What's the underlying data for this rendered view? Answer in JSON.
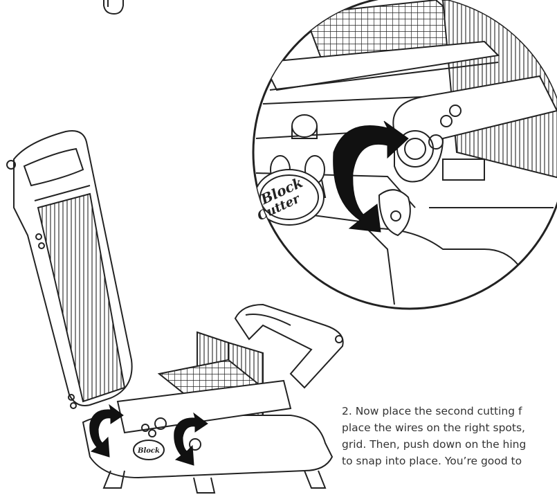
{
  "colors": {
    "ink": "#222222",
    "paper": "#ffffff",
    "text": "#333333"
  },
  "logo": {
    "line1": "Block",
    "line2": "Cutter"
  },
  "instruction": {
    "lines": [
      "2. Now place the second cutting f",
      "place the wires on the right spots,",
      "grid. Then, push down on the hing",
      "to snap into place. You’re good to"
    ]
  },
  "icons": [
    "rotate-down-arrow-icon",
    "rotate-down-arrow-icon",
    "curved-arrow-icon"
  ]
}
